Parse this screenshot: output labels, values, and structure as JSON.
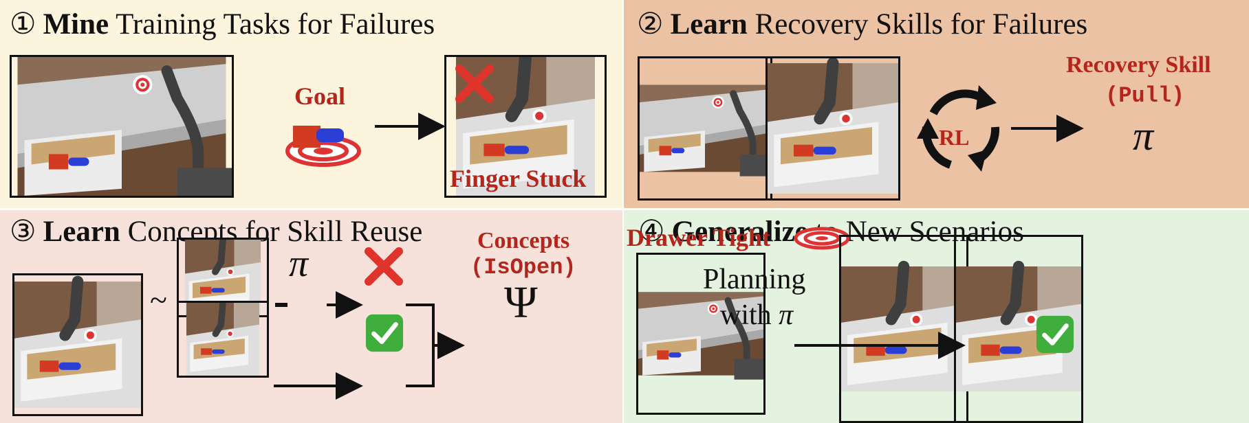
{
  "panel1": {
    "number": "①",
    "bold": "Mine",
    "rest": " Training Tasks for Failures",
    "goal_label": "Goal",
    "failure_label": "Finger Stuck"
  },
  "panel2": {
    "number": "②",
    "bold": "Learn",
    "rest": " Recovery Skills for Failures",
    "rl_label": "RL",
    "skill_label": "Recovery Skill",
    "skill_code": "(Pull)",
    "pi_symbol": "π"
  },
  "panel3": {
    "number": "③",
    "bold": "Learn",
    "rest": " Concepts for Skill Reuse",
    "tilde": "~",
    "pi_symbol": "π",
    "concepts_label": "Concepts",
    "concepts_code": "(IsOpen)",
    "psi_symbol": "Ψ"
  },
  "panel4": {
    "number": "④",
    "bold": "Generalize",
    "rest": " to New Scenarios",
    "drawer_label": "Drawer Tight",
    "planning_line1": "Planning",
    "planning_line2_prefix": "with ",
    "pi_symbol": "π"
  },
  "colors": {
    "panel1_bg": "#fcf4dd",
    "panel2_bg": "#ecc2a5",
    "panel3_bg": "#f6e2da",
    "panel4_bg": "#e4f2e0",
    "accent_red": "#b4261c",
    "check_green": "#3fae3c"
  },
  "icons": {
    "cross": "cross-mark-icon",
    "check": "check-mark-icon",
    "target": "target-icon",
    "cycle": "rl-cycle-arrows-icon"
  }
}
